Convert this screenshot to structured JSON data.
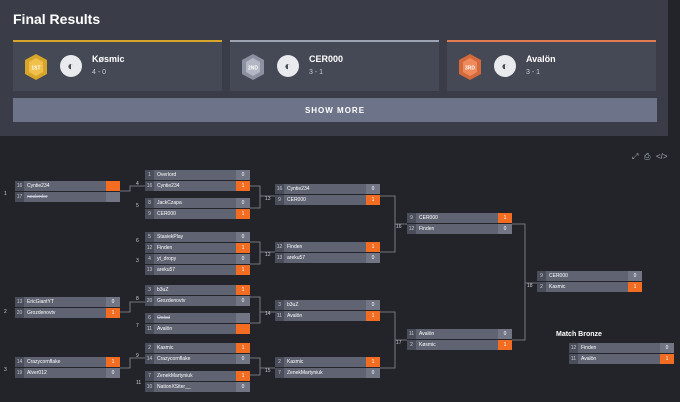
{
  "header": {
    "title": "Final Results",
    "show_more": "SHOW MORE"
  },
  "podium": [
    {
      "medal": "1ST",
      "name": "Køsmic",
      "score": "4 - 0",
      "color": "#d7a52a"
    },
    {
      "medal": "2ND",
      "name": "CER000",
      "score": "3 - 1",
      "color": "#9ea3b4"
    },
    {
      "medal": "3RD",
      "name": "Avalön",
      "score": "3 - 1",
      "color": "#e07c4f"
    }
  ],
  "toolbar_icons": [
    "expand-icon",
    "print-icon",
    "embed-code-icon"
  ],
  "bracket": {
    "bronze_label": "Match Bronze",
    "matches": [
      {
        "num": "1",
        "teams": [
          {
            "seed": "16",
            "name": "Cyntie234",
            "score": "",
            "win": true
          },
          {
            "seed": "17",
            "name": "noclenfer",
            "score": "",
            "win": false,
            "struck": true
          }
        ]
      },
      {
        "num": "2",
        "teams": [
          {
            "seed": "13",
            "name": "EricGiantYT",
            "score": "0",
            "win": false
          },
          {
            "seed": "20",
            "name": "Grozdenovtv",
            "score": "1",
            "win": true
          }
        ]
      },
      {
        "num": "3",
        "teams": [
          {
            "seed": "14",
            "name": "Crazycornflake",
            "score": "1",
            "win": true
          },
          {
            "seed": "19",
            "name": "Alver012",
            "score": "0",
            "win": false
          }
        ]
      },
      {
        "num": "4",
        "teams": [
          {
            "seed": "1",
            "name": "Overlord",
            "score": "0",
            "win": false
          },
          {
            "seed": "16",
            "name": "Cyntie234",
            "score": "1",
            "win": true
          }
        ]
      },
      {
        "num": "5",
        "teams": [
          {
            "seed": "8",
            "name": "JackCzapa",
            "score": "0",
            "win": false
          },
          {
            "seed": "9",
            "name": "CER000",
            "score": "1",
            "win": true
          }
        ]
      },
      {
        "num": "6",
        "teams": [
          {
            "seed": "5",
            "name": "StasiekPlay",
            "score": "0",
            "win": false
          },
          {
            "seed": "12",
            "name": "Finden",
            "score": "1",
            "win": true
          }
        ]
      },
      {
        "num": "3",
        "teams": [
          {
            "seed": "4",
            "name": "yt_dropy",
            "score": "0",
            "win": false
          },
          {
            "seed": "13",
            "name": "areku57",
            "score": "1",
            "win": true
          }
        ]
      },
      {
        "num": "8",
        "teams": [
          {
            "seed": "3",
            "name": "b3uZ",
            "score": "1",
            "win": true
          },
          {
            "seed": "20",
            "name": "Grozdenovtv",
            "score": "0",
            "win": false
          }
        ]
      },
      {
        "num": "7",
        "teams": [
          {
            "seed": "6",
            "name": "Ookal",
            "score": "",
            "win": false,
            "struck": true
          },
          {
            "seed": "11",
            "name": "Avalön",
            "score": "",
            "win": true
          }
        ]
      },
      {
        "num": "9",
        "teams": [
          {
            "seed": "2",
            "name": "Kasmic",
            "score": "1",
            "win": true
          },
          {
            "seed": "14",
            "name": "Crazycornflake",
            "score": "0",
            "win": false
          }
        ]
      },
      {
        "num": "11",
        "teams": [
          {
            "seed": "7",
            "name": "ZenekMartyniuk",
            "score": "1",
            "win": true
          },
          {
            "seed": "10",
            "name": "NationXSiter__",
            "score": "0",
            "win": false
          }
        ]
      },
      {
        "num": "13",
        "teams": [
          {
            "seed": "16",
            "name": "Cyntie234",
            "score": "0",
            "win": false
          },
          {
            "seed": "9",
            "name": "CER000",
            "score": "1",
            "win": true
          }
        ]
      },
      {
        "num": "12",
        "teams": [
          {
            "seed": "12",
            "name": "Finden",
            "score": "1",
            "win": true
          },
          {
            "seed": "13",
            "name": "areku57",
            "score": "0",
            "win": false
          }
        ]
      },
      {
        "num": "14",
        "teams": [
          {
            "seed": "3",
            "name": "b3uZ",
            "score": "0",
            "win": false
          },
          {
            "seed": "11",
            "name": "Avalön",
            "score": "1",
            "win": true
          }
        ]
      },
      {
        "num": "15",
        "teams": [
          {
            "seed": "2",
            "name": "Kasmic",
            "score": "1",
            "win": true
          },
          {
            "seed": "7",
            "name": "ZenekMartyniuk",
            "score": "0",
            "win": false
          }
        ]
      },
      {
        "num": "16",
        "teams": [
          {
            "seed": "9",
            "name": "CER000",
            "score": "1",
            "win": true
          },
          {
            "seed": "12",
            "name": "Finden",
            "score": "0",
            "win": false
          }
        ]
      },
      {
        "num": "17",
        "teams": [
          {
            "seed": "11",
            "name": "Avalön",
            "score": "0",
            "win": false
          },
          {
            "seed": "2",
            "name": "Køsmic",
            "score": "1",
            "win": true
          }
        ]
      },
      {
        "num": "18",
        "teams": [
          {
            "seed": "9",
            "name": "CER000",
            "score": "0",
            "win": false
          },
          {
            "seed": "2",
            "name": "Kasmic",
            "score": "1",
            "win": true
          }
        ]
      },
      {
        "num": "",
        "teams": [
          {
            "seed": "12",
            "name": "Finden",
            "score": "0",
            "win": false
          },
          {
            "seed": "11",
            "name": "Avalön",
            "score": "1",
            "win": true
          }
        ]
      }
    ]
  }
}
